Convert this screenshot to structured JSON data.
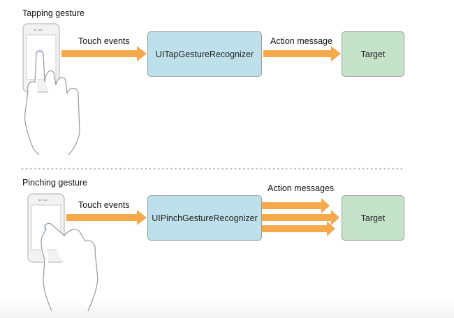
{
  "tapping": {
    "title": "Tapping gesture",
    "input_label": "Touch events",
    "recognizer": "UITapGestureRecognizer",
    "output_label": "Action message",
    "target": "Target"
  },
  "pinching": {
    "title": "Pinching gesture",
    "input_label": "Touch events",
    "recognizer": "UIPinchGestureRecognizer",
    "output_label": "Action messages",
    "target": "Target"
  },
  "colors": {
    "arrow": "#f5a94a",
    "recognizer": "#bde0eb",
    "target": "#c5e3c8"
  }
}
